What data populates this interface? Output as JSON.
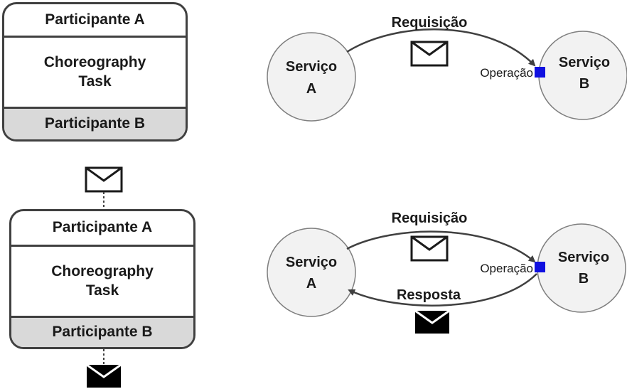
{
  "choreography_tasks": [
    {
      "participant_top": "Participante A",
      "task_name": "Choreography\nTask",
      "participant_bottom": "Participante B"
    },
    {
      "participant_top": "Participante A",
      "task_name": "Choreography\nTask",
      "participant_bottom": "Participante B"
    }
  ],
  "service_diagrams": [
    {
      "service_a": [
        "Serviço",
        "A"
      ],
      "service_b": [
        "Serviço",
        "B"
      ],
      "operation_label": "Operação",
      "request_label": "Requisição"
    },
    {
      "service_a": [
        "Serviço",
        "A"
      ],
      "service_b": [
        "Serviço",
        "B"
      ],
      "operation_label": "Operação",
      "request_label": "Requisição",
      "response_label": "Resposta"
    }
  ],
  "colors": {
    "operation_port": "#1010e0",
    "circle_fill": "#f2f2f2",
    "participant_b_band": "#d9d9d9"
  },
  "icons": {
    "request_message": "envelope-outline-icon",
    "response_message": "envelope-filled-icon"
  }
}
